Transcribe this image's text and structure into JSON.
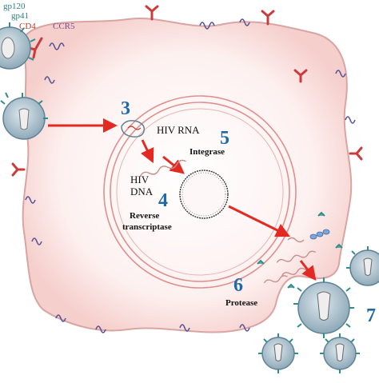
{
  "colors": {
    "cell_fill": "#fbe3e1",
    "cell_edge": "#d9a5a3",
    "nucleus_ring": "#e08f8c",
    "arrow": "#e32a22",
    "step_number": "#1f6aa5",
    "gp120_label": "#2f7f82",
    "cd4_label": "#c0392b",
    "ccr5_label": "#7a4b8c",
    "virion_body": "#a9bfcc",
    "virion_edge": "#5d8296",
    "capsid": "#eeeeee",
    "receptor_red": "#cc3b3b",
    "ccr5_purple": "#5b5394",
    "spike_teal": "#2f8e8c"
  },
  "receptor_labels": {
    "gp120": "gp120",
    "gp41": "gp41",
    "cd4": "CD4",
    "ccr5": "CCR5"
  },
  "steps": {
    "s3": "3",
    "s4": "4",
    "s5": "5",
    "s6": "6",
    "s7": "7"
  },
  "molecule_labels": {
    "hiv_rna": "HIV RNA",
    "hiv_dna_line1": "HIV",
    "hiv_dna_line2": "DNA"
  },
  "enzyme_labels": {
    "integrase": "Integrase",
    "reverse_transcriptase_line1": "Reverse",
    "reverse_transcriptase_line2": "transcriptase",
    "protease": "Protease"
  },
  "icons": [
    "hiv-virion-icon",
    "cd4-receptor-icon",
    "ccr5-coreceptor-icon",
    "integrated-dna-circle-icon"
  ]
}
